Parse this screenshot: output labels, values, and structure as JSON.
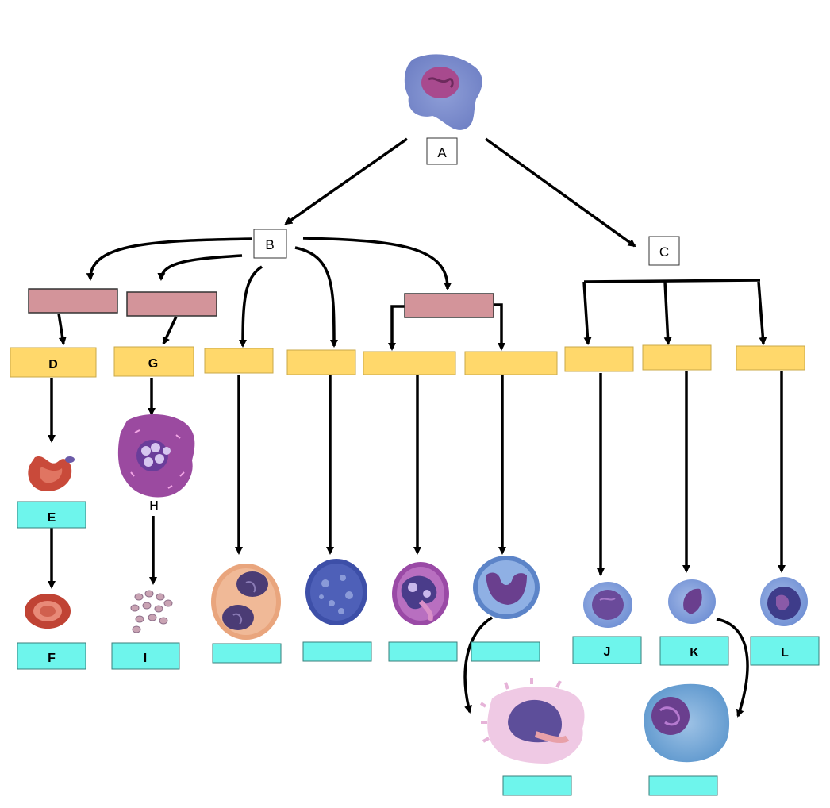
{
  "colors": {
    "pink_box": "#d3949a",
    "yellow_box": "#ffd86b",
    "cyan_box": "#6ef5ec",
    "white_box": "#ffffff",
    "arrow": "#000000"
  },
  "labels": {
    "A": "A",
    "B": "B",
    "C": "C",
    "D": "D",
    "E": "E",
    "F": "F",
    "G": "G",
    "H": "H",
    "I": "I",
    "J": "J",
    "K": "K",
    "L": "L"
  },
  "cells": [
    "stem-cell",
    "reticulocyte",
    "erythrocyte",
    "megakaryocyte",
    "platelets",
    "eosinophil",
    "basophil",
    "neutrophil",
    "monocyte",
    "macrophage",
    "lymphocyte-j",
    "lymphocyte-k",
    "lymphocyte-l",
    "plasma-cell"
  ]
}
